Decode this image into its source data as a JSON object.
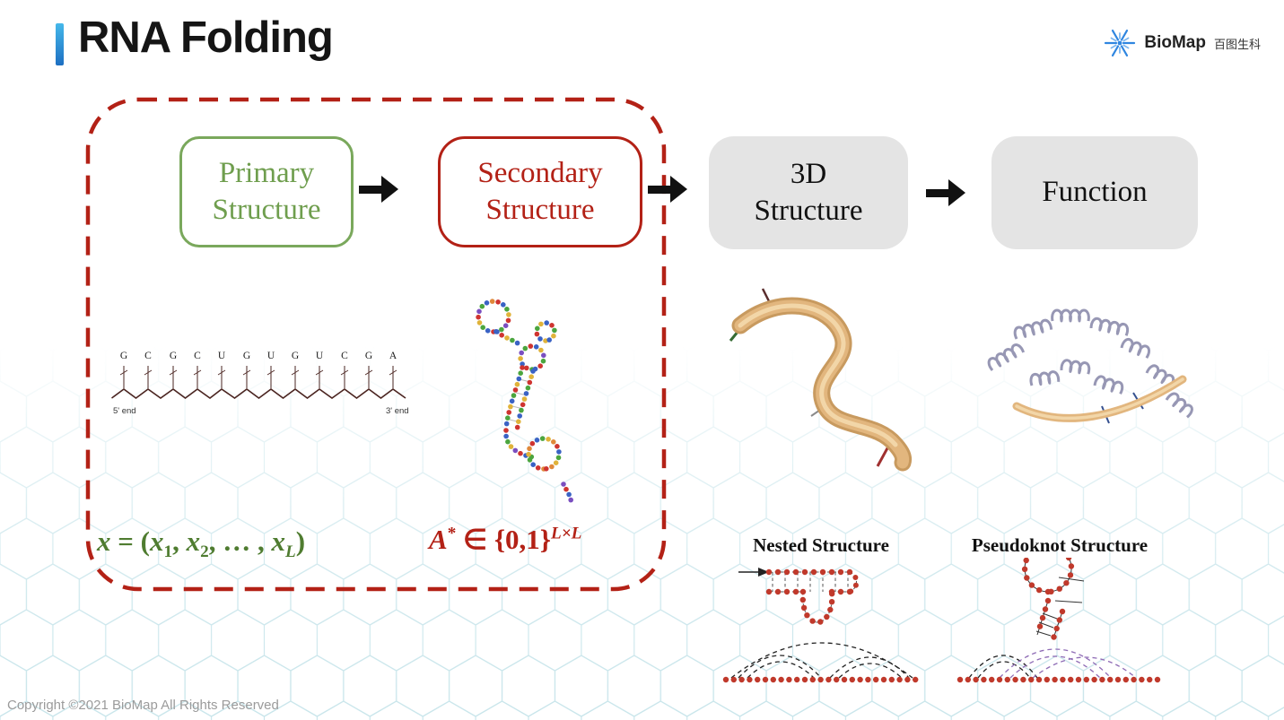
{
  "header": {
    "title": "RNA Folding",
    "logo_text": "BioMap",
    "logo_cn": "百图生科"
  },
  "flow": {
    "primary": {
      "label": "Primary\nStructure"
    },
    "secondary": {
      "label": "Secondary\nStructure"
    },
    "three_d": {
      "label": "3D\nStructure"
    },
    "function": {
      "label": "Function"
    }
  },
  "primary_diagram": {
    "sequence": "GCGCUGUGUCGA",
    "five_end": "5' end",
    "three_end": "3' end"
  },
  "formulas": {
    "primary": {
      "segments": [
        {
          "t": "x",
          "i": true
        },
        {
          "t": " = ("
        },
        {
          "t": "x",
          "i": true
        },
        {
          "t": "1",
          "sub": true
        },
        {
          "t": ", "
        },
        {
          "t": "x",
          "i": true
        },
        {
          "t": "2",
          "sub": true
        },
        {
          "t": ", … , "
        },
        {
          "t": "x",
          "i": true
        },
        {
          "t": "L",
          "sub": true,
          "i": true
        },
        {
          "t": ")"
        }
      ]
    },
    "secondary": {
      "segments": [
        {
          "t": "A",
          "i": true
        },
        {
          "t": "*",
          "sup": true
        },
        {
          "t": " ∈ "
        },
        {
          "t": "{0,1}"
        },
        {
          "t": "L×L",
          "sup": true,
          "i": true
        }
      ]
    }
  },
  "bottom": {
    "nested_label": "Nested Structure",
    "pseudoknot_label": "Pseudoknot Structure"
  },
  "footer": {
    "copyright": "Copyright ©2021 BioMap All Rights Reserved"
  },
  "colors": {
    "accent_blue": "#2f86e0",
    "primary_green": "#6f9e4e",
    "secondary_red": "#b32116",
    "box_gray": "#e4e4e4",
    "formula_green": "#4f7c30",
    "formula_red": "#b32116",
    "bead_red": "#c0392b",
    "arc_purple": "#8e6bb5",
    "ribbon_tan": "#e2b67e"
  }
}
